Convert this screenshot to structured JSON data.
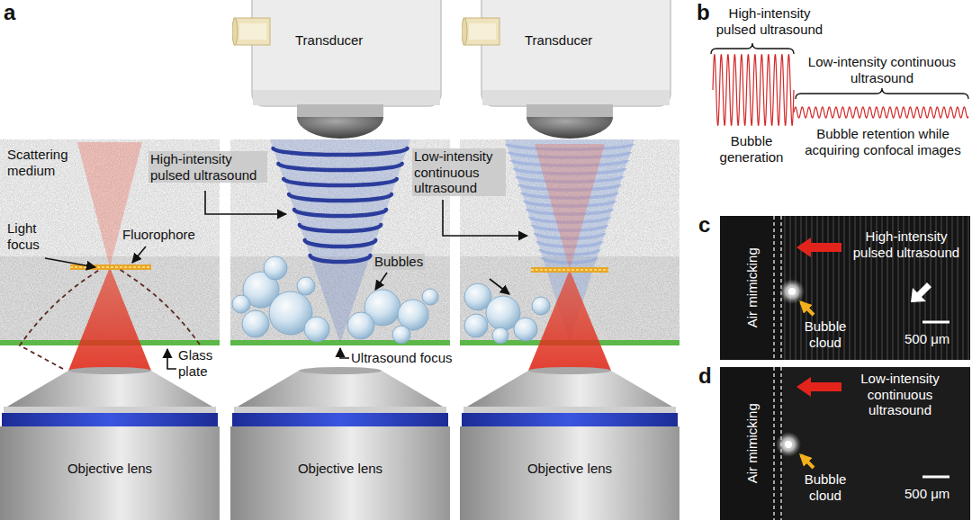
{
  "diagram": {
    "nodes": [
      {
        "text": [
          "Transducer"
        ]
      },
      {
        "text": [
          "Transducer"
        ]
      },
      {
        "text": [
          "Objective lens"
        ]
      },
      {
        "text": [
          "Objective lens"
        ]
      },
      {
        "text": [
          "Objective lens"
        ]
      },
      {
        "text": [
          "Air mimicking",
          "High-intensity pulsed ultrasound",
          "Bubble cloud",
          "500 μm"
        ]
      },
      {
        "text": [
          "Air mimicking",
          "Low-intensity continuous ultrasound",
          "Bubble cloud",
          "500 μm"
        ]
      }
    ],
    "labels": [
      "a",
      "Scattering medium",
      "Light focus",
      "Fluorophore",
      "High-intensity pulsed ultrasound",
      "Low-intensity continuous ultrasound",
      "Bubbles",
      "Glass plate",
      "Ultrasound focus",
      "b",
      "High-intensity pulsed ultrasound",
      "Low-intensity continuous ultrasound",
      "Bubble retention while acquiring confocal images",
      "Bubble generation",
      "c",
      "d"
    ]
  }
}
